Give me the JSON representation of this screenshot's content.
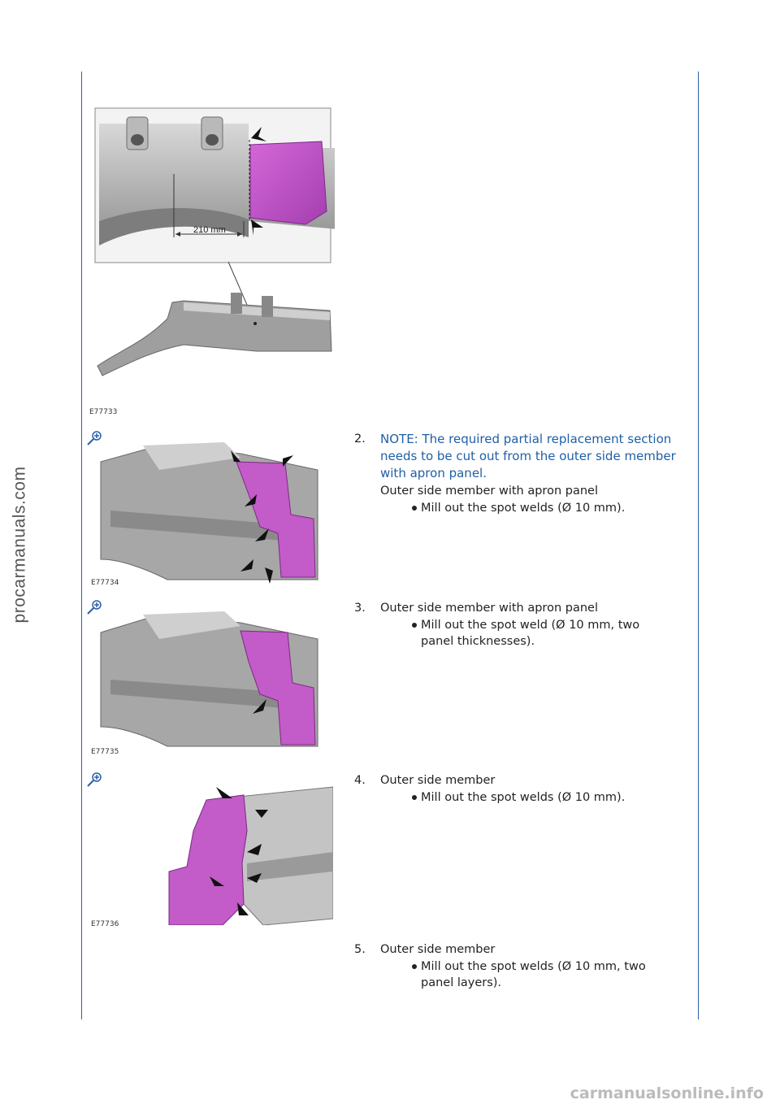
{
  "watermarks": {
    "side": "procarmanuals.com",
    "bottom": "carmanualsonline.info"
  },
  "figures": [
    {
      "code": "E77733",
      "dimension_label": "210 mm"
    },
    {
      "code": "E77734"
    },
    {
      "code": "E77735"
    },
    {
      "code": "E77736"
    }
  ],
  "icons": {
    "zoom": "zoom-plus-icon",
    "arrow": "arrow-icon"
  },
  "colors": {
    "rule": "#2a5fa8",
    "note": "#1f5fa6",
    "highlight": "#c04fc8"
  },
  "steps": [
    {
      "number": "2.",
      "note": "NOTE: The required partial replacement section needs to be cut out from the outer side member with apron panel.",
      "title": "Outer side member with apron panel",
      "bullets": [
        "Mill out the spot welds (Ø 10 mm)."
      ]
    },
    {
      "number": "3.",
      "title": "Outer side member with apron panel",
      "bullets": [
        "Mill out the spot weld (Ø 10 mm, two panel thicknesses)."
      ]
    },
    {
      "number": "4.",
      "title": "Outer side member",
      "bullets": [
        "Mill out the spot welds (Ø 10 mm)."
      ]
    },
    {
      "number": "5.",
      "title": "Outer side member",
      "bullets": [
        "Mill out the spot welds (Ø 10 mm, two panel layers)."
      ]
    }
  ]
}
